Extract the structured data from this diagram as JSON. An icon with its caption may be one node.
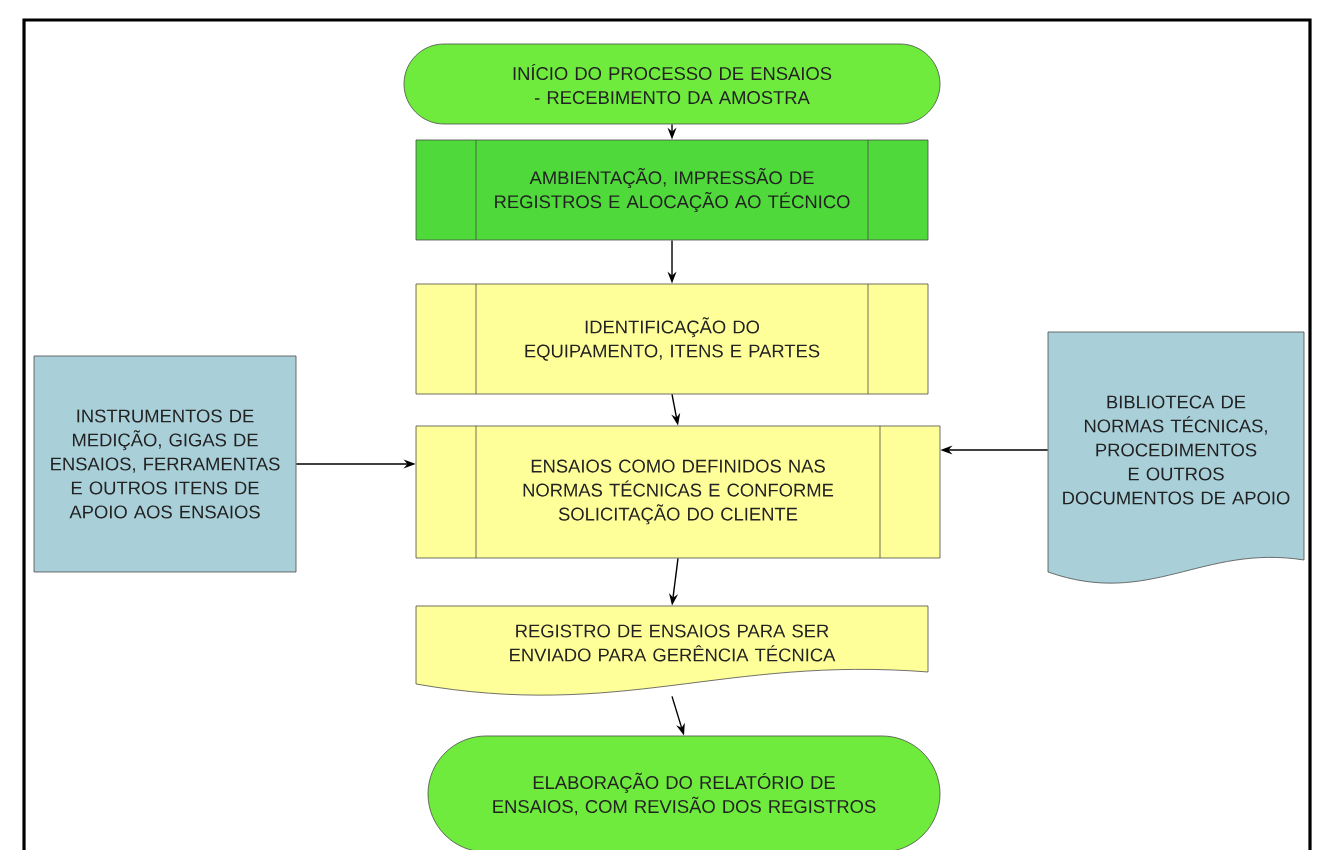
{
  "diagram": {
    "nodes": [
      {
        "text": [
          "INÍCIO DO PROCESSO DE ENSAIOS - RECEBIMENTO DA AMOSTRA"
        ]
      },
      {
        "text": [
          "AMBIENTAÇÃO, IMPRESSÃO DE REGISTROS E ALOCAÇÃO AO TÉCNICO"
        ]
      },
      {
        "text": [
          "IDENTIFICAÇÃO DO EQUIPAMENTO, ITENS E PARTES"
        ]
      },
      {
        "text": [
          "ENSAIOS COMO DEFINIDOS NAS NORMAS TÉCNICAS E CONFORME SOLICITAÇÃO DO CLIENTE"
        ]
      },
      {
        "text": [
          "REGISTRO DE ENSAIOS PARA SER ENVIADO PARA GERÊNCIA TÉCNICA"
        ]
      },
      {
        "text": [
          "ELABORAÇÃO DO RELATÓRIO DE ENSAIOS, COM REVISÃO DOS REGISTROS"
        ]
      },
      {
        "text": [
          "INSTRUMENTOS DE MEDIÇÃO, GIGAS DE ENSAIOS, FERRAMENTAS E OUTROS ITENS DE APOIO AOS ENSAIOS"
        ]
      },
      {
        "text": [
          "BIBLIOTECA DE NORMAS TÉCNICAS, PROCEDIMENTOS E OUTROS DOCUMENTOS DE APOIO"
        ]
      }
    ],
    "edges": [
      {
        "from": 0,
        "to": 1,
        "arrow": "to"
      },
      {
        "from": 1,
        "to": 2,
        "arrow": "to"
      },
      {
        "from": 2,
        "to": 3,
        "arrow": "to"
      },
      {
        "from": 3,
        "to": 4,
        "arrow": "to"
      },
      {
        "from": 4,
        "to": 5,
        "arrow": "to"
      },
      {
        "from": 6,
        "to": 3,
        "arrow": "to"
      },
      {
        "from": 7,
        "to": 3,
        "arrow": "to"
      }
    ]
  }
}
